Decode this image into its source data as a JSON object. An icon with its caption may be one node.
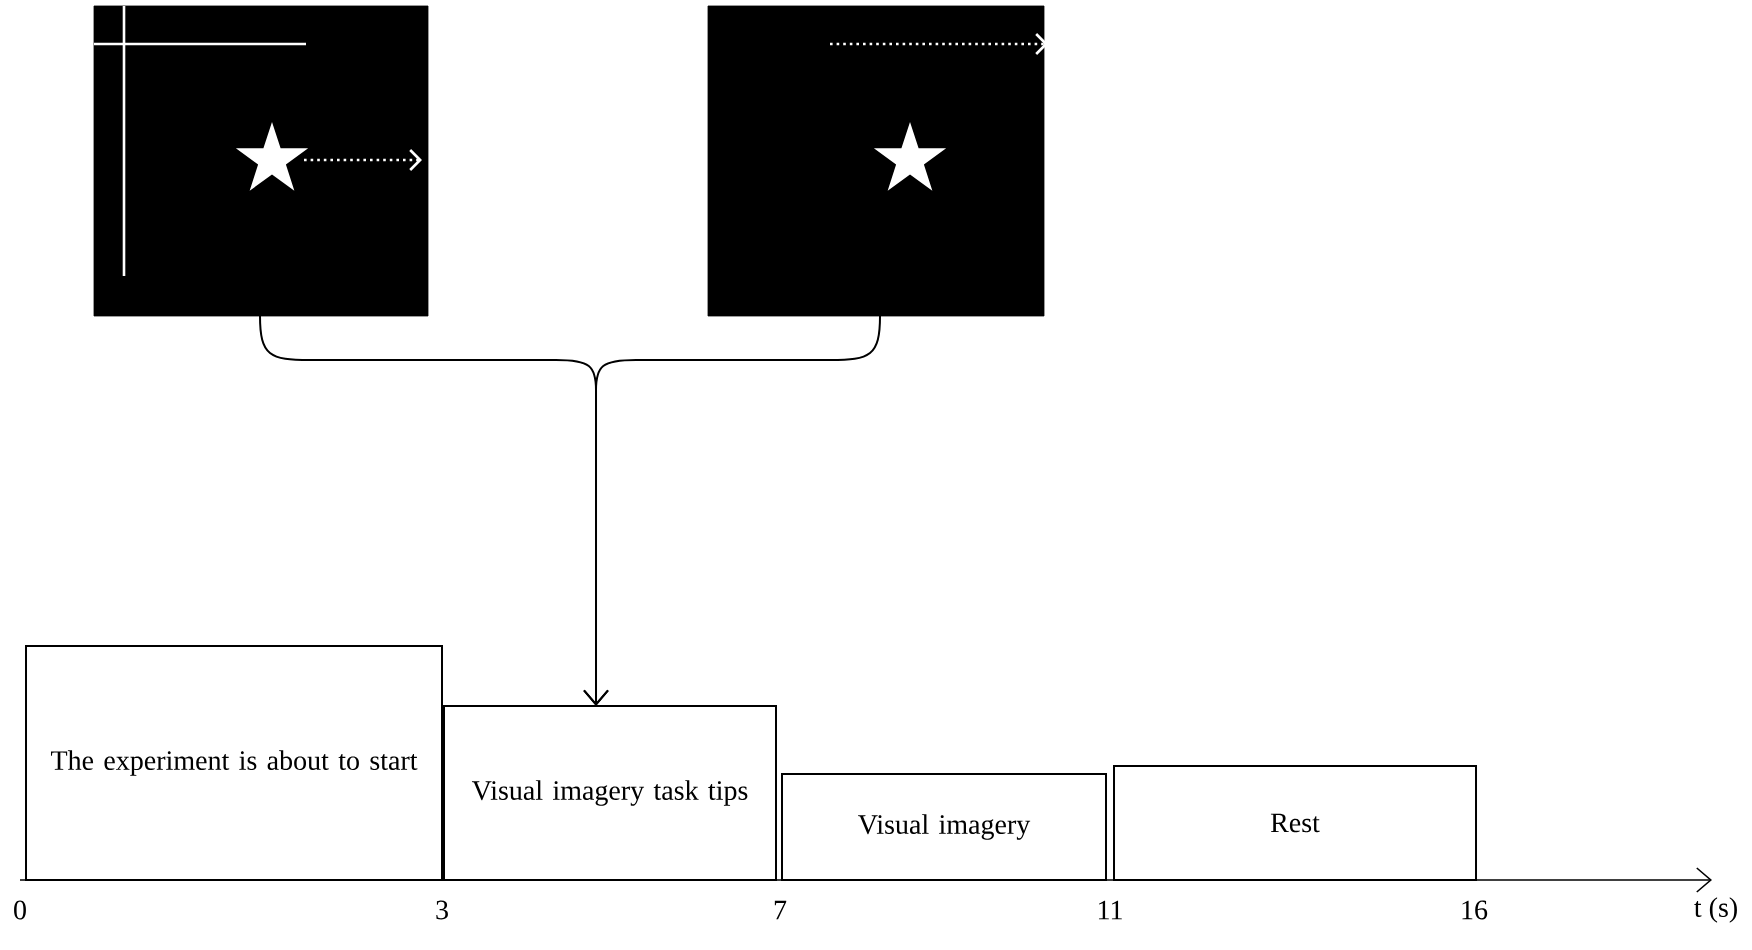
{
  "diagram": {
    "nodes": [
      {
        "text": [],
        "shape": "picture"
      },
      {
        "text": [],
        "shape": "picture"
      },
      {
        "text": [
          "The experiment is about to start"
        ]
      },
      {
        "text": [
          "Visual imagery task tips"
        ]
      },
      {
        "text": [
          "Visual imagery"
        ]
      },
      {
        "text": [
          "Rest"
        ]
      }
    ],
    "edges": [
      {
        "from": 0,
        "to": 3,
        "arrow": "to"
      },
      {
        "from": 1,
        "to": 3,
        "arrow": "to"
      }
    ],
    "labels": [
      "0",
      "3",
      "7",
      "11",
      "16",
      "t (s)"
    ]
  }
}
